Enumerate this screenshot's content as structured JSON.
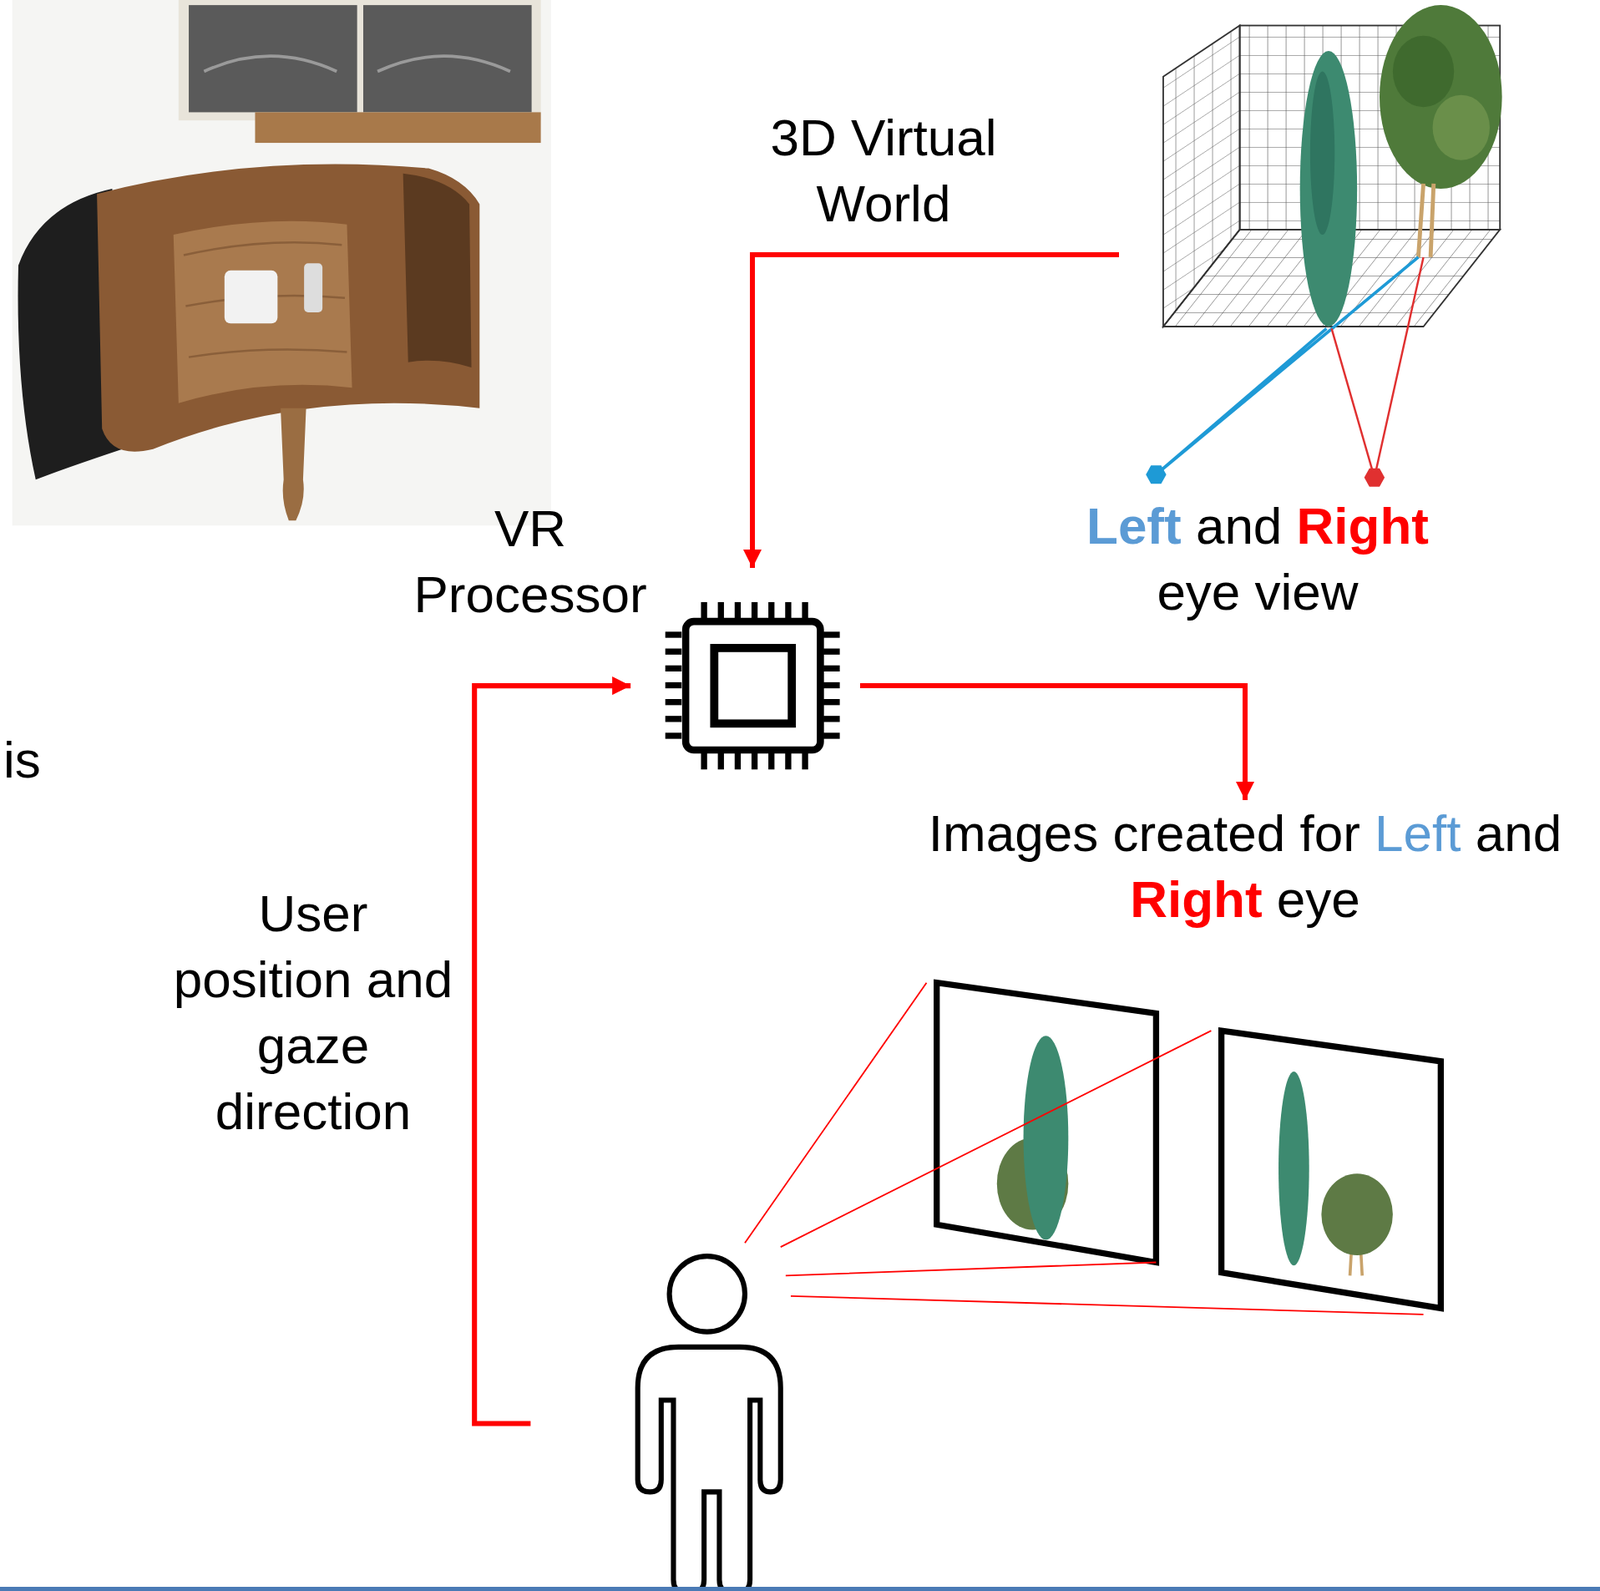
{
  "diagram": {
    "nodes": [
      {
        "text": [
          "3D Virtual World",
          "Left and Right eye view"
        ]
      },
      {
        "text": [
          "VR Processor"
        ]
      },
      {
        "text": [
          "Images created for Left and Right eye"
        ]
      }
    ],
    "edges": [
      {
        "from": 0,
        "to": 1,
        "arrow": "to"
      },
      {
        "from": 1,
        "to": 2,
        "arrow": "to"
      }
    ],
    "labels": [
      "User position and gaze direction",
      "is"
    ]
  }
}
